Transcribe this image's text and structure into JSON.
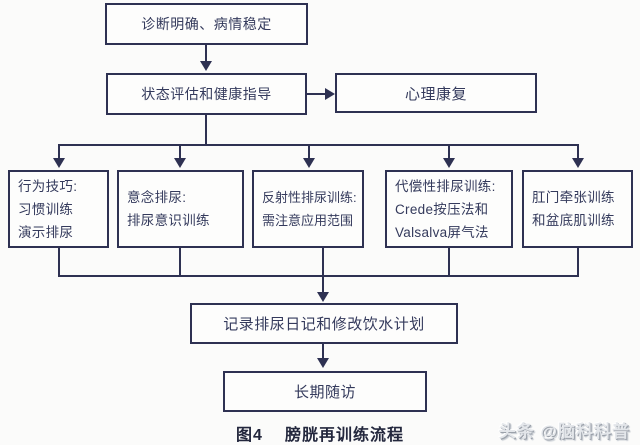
{
  "caption": {
    "tag": "图4",
    "title": "膀胱再训练流程"
  },
  "watermark": "头条 @脑科科普",
  "nodes": {
    "diagnosis": {
      "label": "诊断明确、病情稳定"
    },
    "assessment": {
      "label": "状态评估和健康指导"
    },
    "psychological): ": null,
    "psychological": {
      "label": "心理康复"
    },
    "behavioral": {
      "lines": [
        "行为技巧:",
        "习惯训练",
        "演示排尿"
      ]
    },
    "intention": {
      "lines": [
        "意念排尿:",
        "排尿意识训练"
      ]
    },
    "reflex": {
      "lines": [
        "反射性排尿训练:",
        "需注意应用范围"
      ]
    },
    "compensatory": {
      "lines": [
        "代偿性排尿训练:",
        "Crede按压法和",
        "Valsalva屏气法"
      ]
    },
    "anal_pelvic": {
      "lines": [
        "肛门牵张训练",
        "和盆底肌训练"
      ]
    },
    "diary": {
      "label": "记录排尿日记和修改饮水计划"
    },
    "follow_up": {
      "label": "长期随访"
    }
  },
  "colors": {
    "line": "#2e3152",
    "text": "#343a5c",
    "background": "#fbfbfa",
    "caption_text": "#23273d",
    "watermark_gray": "#9ba1aa"
  }
}
